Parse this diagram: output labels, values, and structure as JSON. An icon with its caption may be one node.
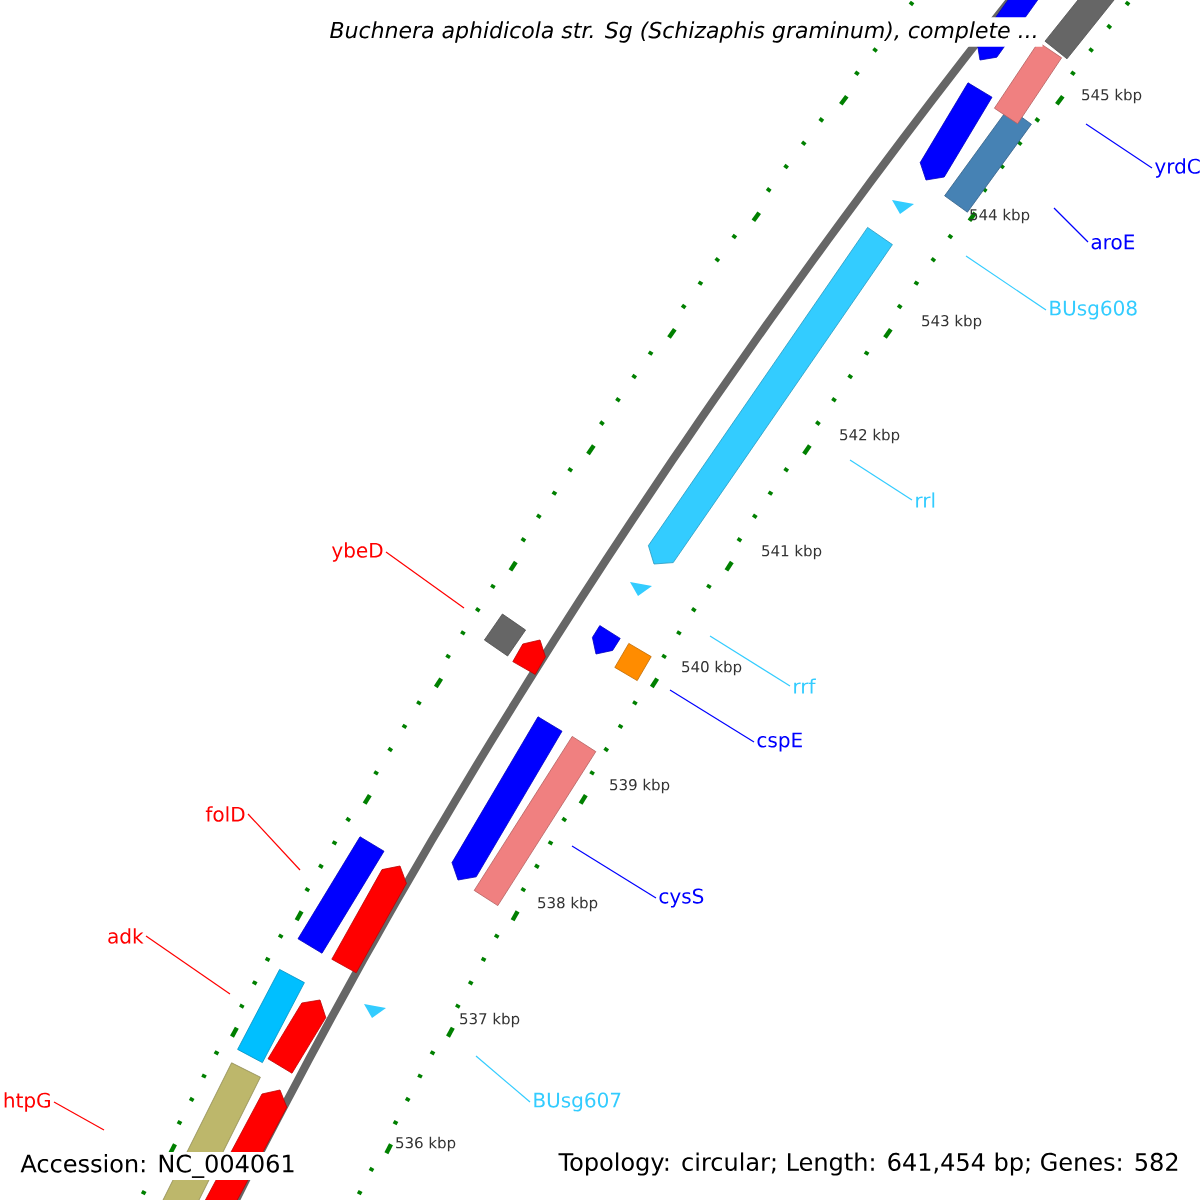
{
  "diagram": {
    "title": "Buchnera aphidicola str. Sg (Schizaphis graminum), complete ...",
    "nodes": [
      {
        "text": [
          "yrdC"
        ]
      },
      {
        "text": [
          "aroE"
        ]
      },
      {
        "text": [
          "BUsg608"
        ]
      },
      {
        "text": [
          "rrl"
        ]
      },
      {
        "text": [
          "ybeD"
        ]
      },
      {
        "text": [
          "rrf"
        ]
      },
      {
        "text": [
          "cspE"
        ]
      },
      {
        "text": [
          "folD"
        ]
      },
      {
        "text": [
          "cysS"
        ]
      },
      {
        "text": [
          "adk"
        ]
      },
      {
        "text": [
          "BUsg607"
        ]
      },
      {
        "text": [
          "htpG"
        ]
      }
    ],
    "edges": [
      {
        "from": 0,
        "to": null,
        "arrow": "none",
        "color": "#0000ff"
      },
      {
        "from": 1,
        "to": null,
        "arrow": "none",
        "color": "#0000ff"
      },
      {
        "from": 2,
        "to": null,
        "arrow": "none",
        "color": "#33ccff"
      },
      {
        "from": 3,
        "to": null,
        "arrow": "none",
        "color": "#33ccff"
      },
      {
        "from": 4,
        "to": null,
        "arrow": "none",
        "color": "#ff0000"
      },
      {
        "from": 5,
        "to": null,
        "arrow": "none",
        "color": "#33ccff"
      },
      {
        "from": 6,
        "to": null,
        "arrow": "none",
        "color": "#0000ff"
      },
      {
        "from": 7,
        "to": null,
        "arrow": "none",
        "color": "#ff0000"
      },
      {
        "from": 8,
        "to": null,
        "arrow": "none",
        "color": "#0000ff"
      },
      {
        "from": 9,
        "to": null,
        "arrow": "none",
        "color": "#ff0000"
      },
      {
        "from": 10,
        "to": null,
        "arrow": "none",
        "color": "#33ccff"
      },
      {
        "from": 11,
        "to": null,
        "arrow": "none",
        "color": "#ff0000"
      }
    ],
    "labels": [
      "545 kbp",
      "544 kbp",
      "543 kbp",
      "542 kbp",
      "541 kbp",
      "540 kbp",
      "539 kbp",
      "538 kbp",
      "537 kbp",
      "536 kbp",
      "Accession: NC_004061",
      "Topology: circular; Length: 641,454 bp; Genes: 582"
    ]
  }
}
